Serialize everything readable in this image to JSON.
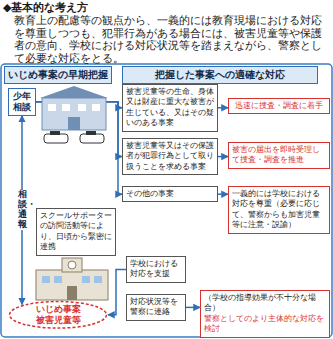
{
  "diagram": {
    "title": "◆基本的な考え方",
    "nodes": [
      {
        "text": [
          "いじめ事案の早期把握"
        ]
      },
      {
        "text": [
          "把握した事案への適確な対応"
        ]
      },
      {
        "text": [
          "少年相談"
        ]
      },
      {
        "text": [
          "被害児童等の生命、身体又は財産に重大な被害が生じている、又はその疑いのある事案"
        ]
      },
      {
        "text": [
          "迅速に捜査・調査に着手"
        ]
      },
      {
        "text": [
          "被害児童等又はその保護者が犯罪行為として取り扱うことを求める事案"
        ]
      },
      {
        "text": [
          "被害の届出を即時受理して捜査・調査を推進"
        ]
      },
      {
        "text": [
          "その他の事案"
        ]
      },
      {
        "text": [
          "一義的には学校における対応を尊重（必要に応じて、警察からも加害児童等に注意・説諭）"
        ]
      },
      {
        "text": [
          "スクールサポーターの訪問活動等により、日頃から緊密に連携"
        ]
      },
      {
        "text": [
          "学校における対応を支援"
        ]
      },
      {
        "text": [
          "いじめ事案 被害児童等"
        ]
      },
      {
        "text": [
          "対応状況等を警察に連絡"
        ]
      },
      {
        "text": [
          "（学校の指導効果が不十分な場合）",
          "警察としてのより主体的な対応を検討"
        ]
      }
    ],
    "edges": [
      {
        "from": 2,
        "to": 3,
        "arrow": "to"
      },
      {
        "from": 2,
        "to": 5,
        "arrow": "to"
      },
      {
        "from": 2,
        "to": 7,
        "arrow": "to"
      },
      {
        "from": 3,
        "to": 4,
        "arrow": "to"
      },
      {
        "from": 5,
        "to": 6,
        "arrow": "to"
      },
      {
        "from": 7,
        "to": 8,
        "arrow": "to"
      },
      {
        "from": 11,
        "to": 2,
        "label": "相談・通報",
        "arrow": "both"
      },
      {
        "from": 10,
        "to": 11,
        "arrow": "to"
      },
      {
        "from": 12,
        "to": 13,
        "arrow": "to"
      }
    ],
    "labels": [
      "教育上の配慮等の観点から、一義的には教育現場における対応を尊重しつつも、犯罪行為がある場合には、被害児童等や保護者の意向、学校における対応状況等を踏まえながら、警察として必要な対応をとる。"
    ]
  }
}
